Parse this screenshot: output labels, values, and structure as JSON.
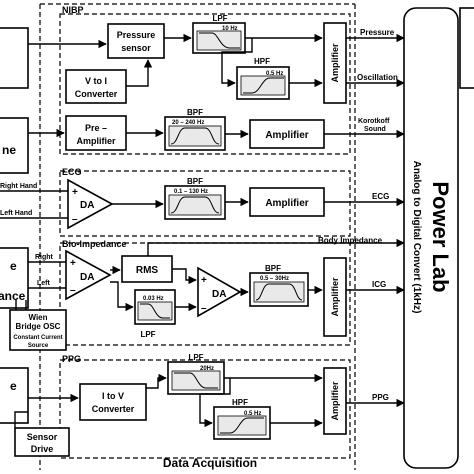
{
  "labels": {
    "nibp": "NIBP",
    "pressure_sensor": [
      "Pressure",
      "sensor"
    ],
    "v_to_i": [
      "V to I",
      "Converter"
    ],
    "lpf_nibp": "LPF",
    "lpf_nibp_freq": "10 Hz",
    "hpf_nibp": "HPF",
    "hpf_nibp_freq": "0.5 Hz",
    "amplifier": "Amplifier",
    "pressure_out": "Pressure",
    "oscillation_out": "Oscillation",
    "pre_amp": [
      "Pre –",
      "Amplifier"
    ],
    "bpf_korot": "BPF",
    "bpf_korot_freq": "20 – 240 Hz",
    "korotkoff": [
      "Korotkoff",
      "Sound"
    ],
    "ecg": "ECG",
    "right_hand": "Right Hand",
    "left_hand": "Left Hand",
    "da": "DA",
    "bpf_ecg": "BPF",
    "bpf_ecg_freq": "0.1 – 130 Hz",
    "ecg_out": "ECG",
    "bio_impedance": "Bio-Impedance",
    "body_impedance": "Body Impedance",
    "right": "Right",
    "left": "Left",
    "rms": "RMS",
    "lpf_bio_freq": "0.03 Hz",
    "lpf_bio": "LPF",
    "bpf_bio": "BPF",
    "bpf_bio_freq": "0.5 – 30Hz",
    "icg_out": "ICG",
    "wien": [
      "Wien",
      "Bridge OSC"
    ],
    "constant_current": [
      "Constant Current",
      "Source"
    ],
    "ppg": "PPG",
    "i_to_v": [
      "I to V",
      "Converter"
    ],
    "lpf_ppg": "LPF",
    "lpf_ppg_freq": "20Hz",
    "hpf_ppg": "HPF",
    "hpf_ppg_freq": "0.5 Hz",
    "ppg_out": "PPG",
    "sensor_drive": [
      "Sensor",
      "Drive"
    ],
    "data_acquisition": "Data Acquisition",
    "power_lab": "Power Lab",
    "analog_to_digital": "Analog to Digital Convert (1kHz)",
    "cut_ne": "ne",
    "cut_e": "e",
    "cut_ance": "ance",
    "cut_e2": "e"
  },
  "colors": {
    "line": "#000000",
    "background": "#ffffff",
    "plot_fill": "#e9e9e9"
  }
}
